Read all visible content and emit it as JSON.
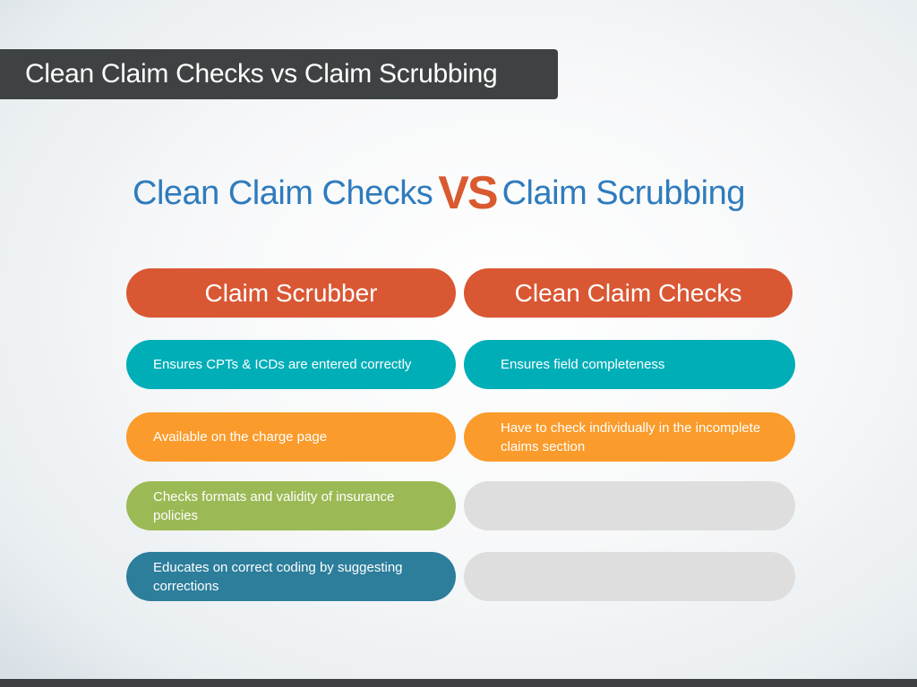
{
  "slide": {
    "title_bar": "Clean Claim Checks vs Claim Scrubbing",
    "heading": {
      "left": "Clean Claim Checks",
      "vs": "VS",
      "right": "Claim Scrubbing"
    },
    "colors": {
      "title_bar": "#3f4243",
      "heading_text": "#2e7bbd",
      "vs": "#d95a2f",
      "header_pill": "#d95733",
      "teal": "#00aeb8",
      "orange": "#fa9b2b",
      "green": "#9bba55",
      "blue": "#2c7e9b",
      "empty": "#dedede"
    },
    "columns": [
      {
        "header": "Claim Scrubber",
        "items": [
          "Ensures CPTs & ICDs are entered correctly",
          "Available on the charge page",
          "Checks formats and validity of insurance policies",
          "Educates on correct coding by suggesting corrections"
        ]
      },
      {
        "header": "Clean Claim Checks",
        "items": [
          "Ensures field completeness",
          "Have to check individually in the incomplete claims section",
          "",
          ""
        ]
      }
    ]
  }
}
